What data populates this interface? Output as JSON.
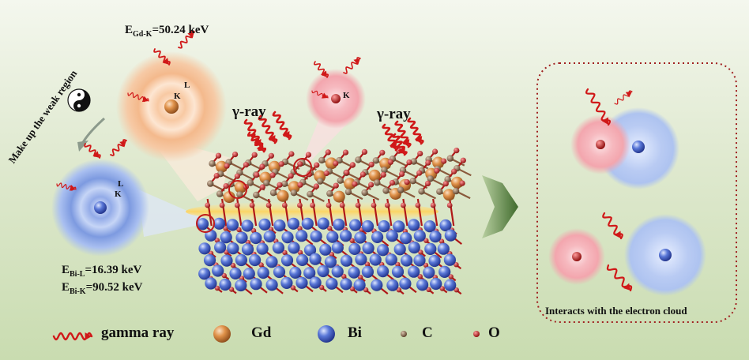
{
  "diagram": {
    "gd_energy": {
      "base": "E",
      "sub": "Gd-K",
      "value": "=50.24 keV"
    },
    "bi_energy_l": {
      "base": "E",
      "sub": "Bi-L",
      "value": "=16.39 keV"
    },
    "bi_energy_k": {
      "base": "E",
      "sub": "Bi-K",
      "value": "=90.52 keV"
    },
    "shell_L": "L",
    "shell_K": "K",
    "gamma_label": "γ-ray",
    "weak_region_label": "Make up the weak region",
    "electron_cloud_caption": "Interacts with the electron cloud",
    "legend": {
      "gamma": "gamma ray",
      "gd": "Gd",
      "bi": "Bi",
      "c": "C",
      "o": "O"
    }
  },
  "colors": {
    "gamma": "#d01818",
    "gd": "#e0924a",
    "bi": "#5a78d8",
    "carbon": "#7a5a40",
    "oxygen": "#c41818",
    "frame": "#a02020"
  }
}
